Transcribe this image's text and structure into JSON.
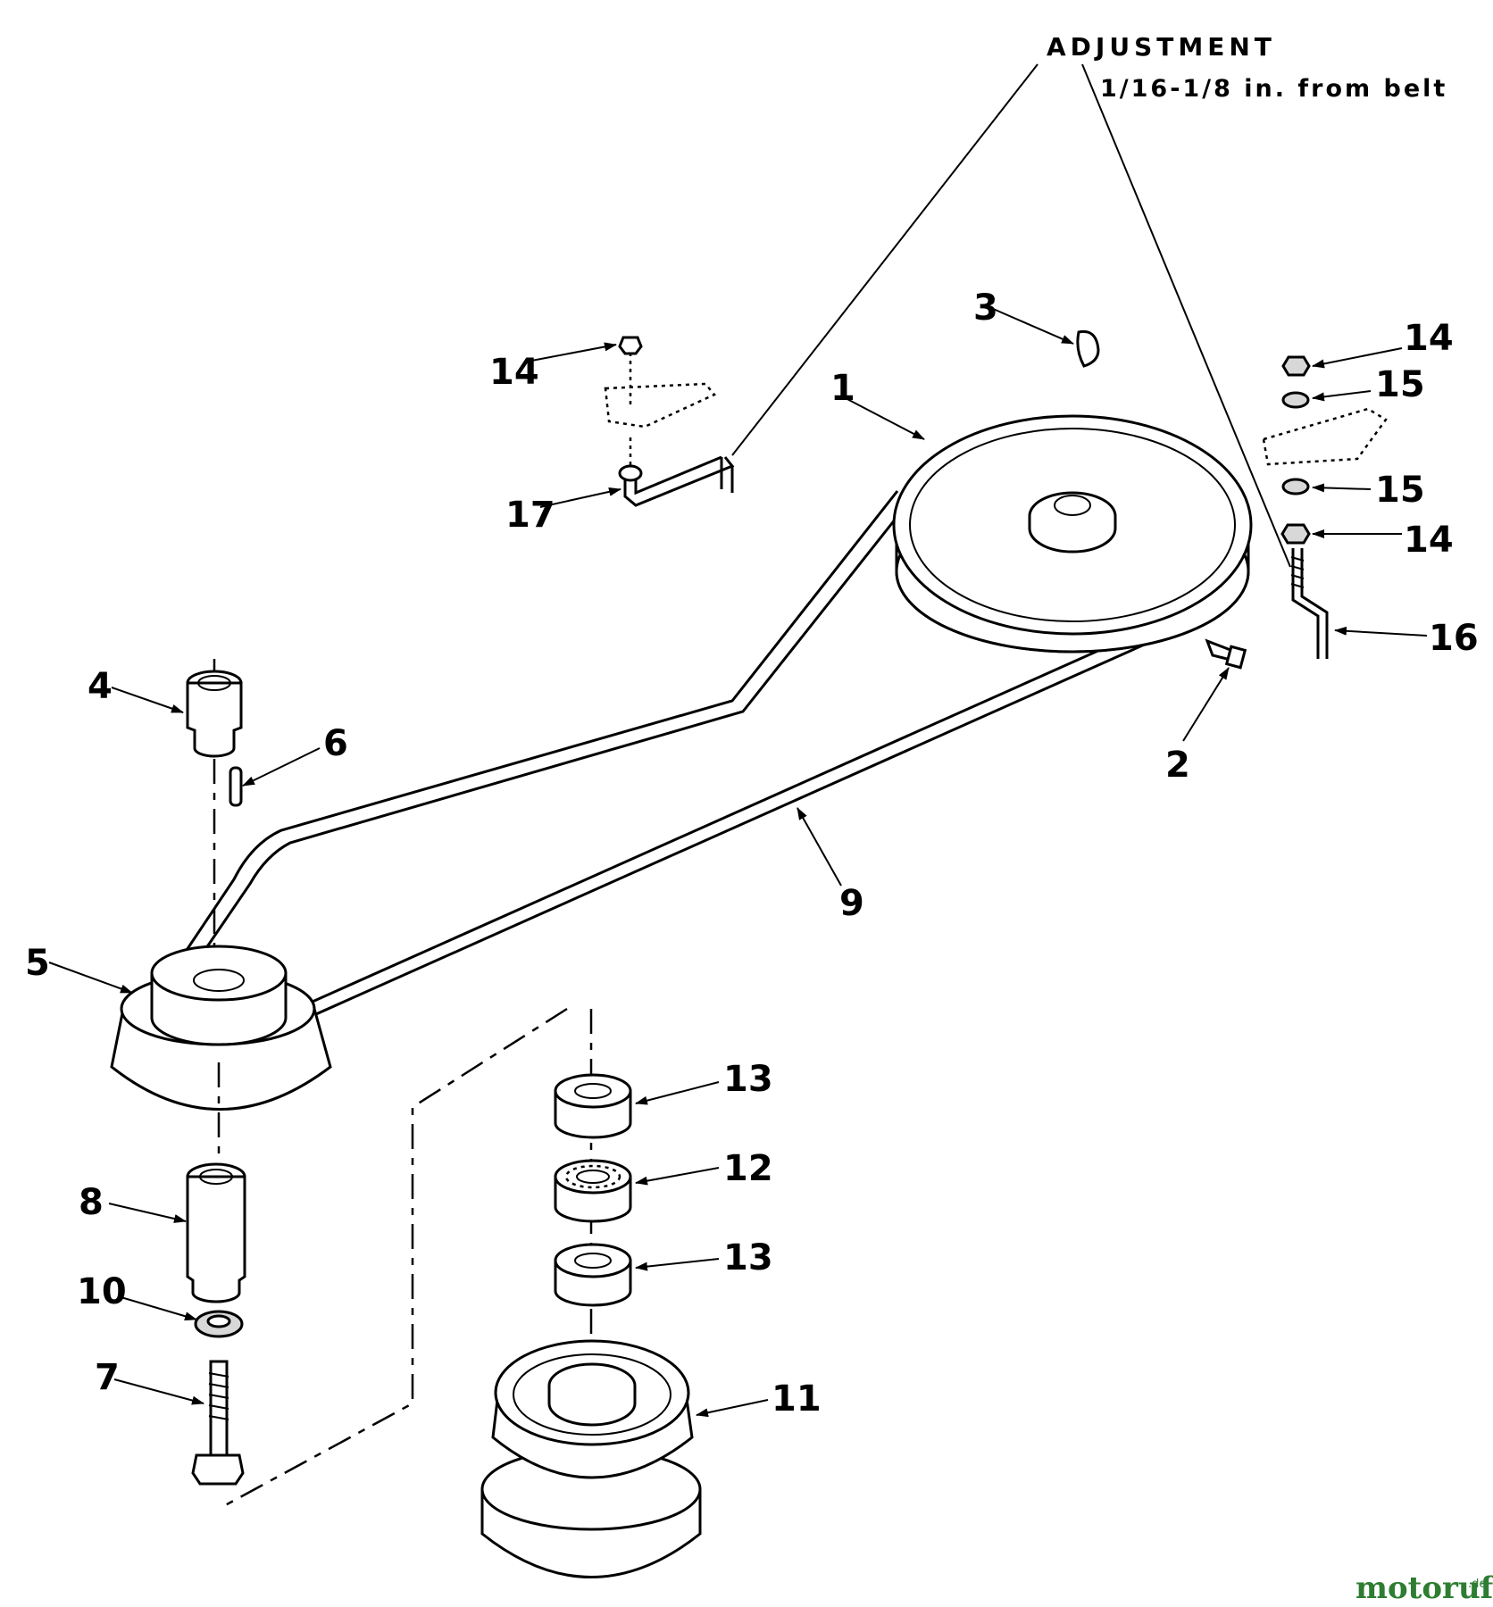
{
  "adjustment": {
    "title": "ADJUSTMENT",
    "note": "1/16-1/8 in. from belt"
  },
  "callouts": {
    "c1": "1",
    "c2": "2",
    "c3": "3",
    "c4": "4",
    "c5": "5",
    "c6": "6",
    "c7": "7",
    "c8": "8",
    "c9": "9",
    "c10": "10",
    "c11": "11",
    "c12": "12",
    "c13a": "13",
    "c13b": "13",
    "c14a": "14",
    "c14b": "14",
    "c14c": "14",
    "c15a": "15",
    "c15b": "15",
    "c16": "16",
    "c17": "17"
  },
  "watermark": {
    "brand": "motoruf",
    "tld": ".de"
  }
}
